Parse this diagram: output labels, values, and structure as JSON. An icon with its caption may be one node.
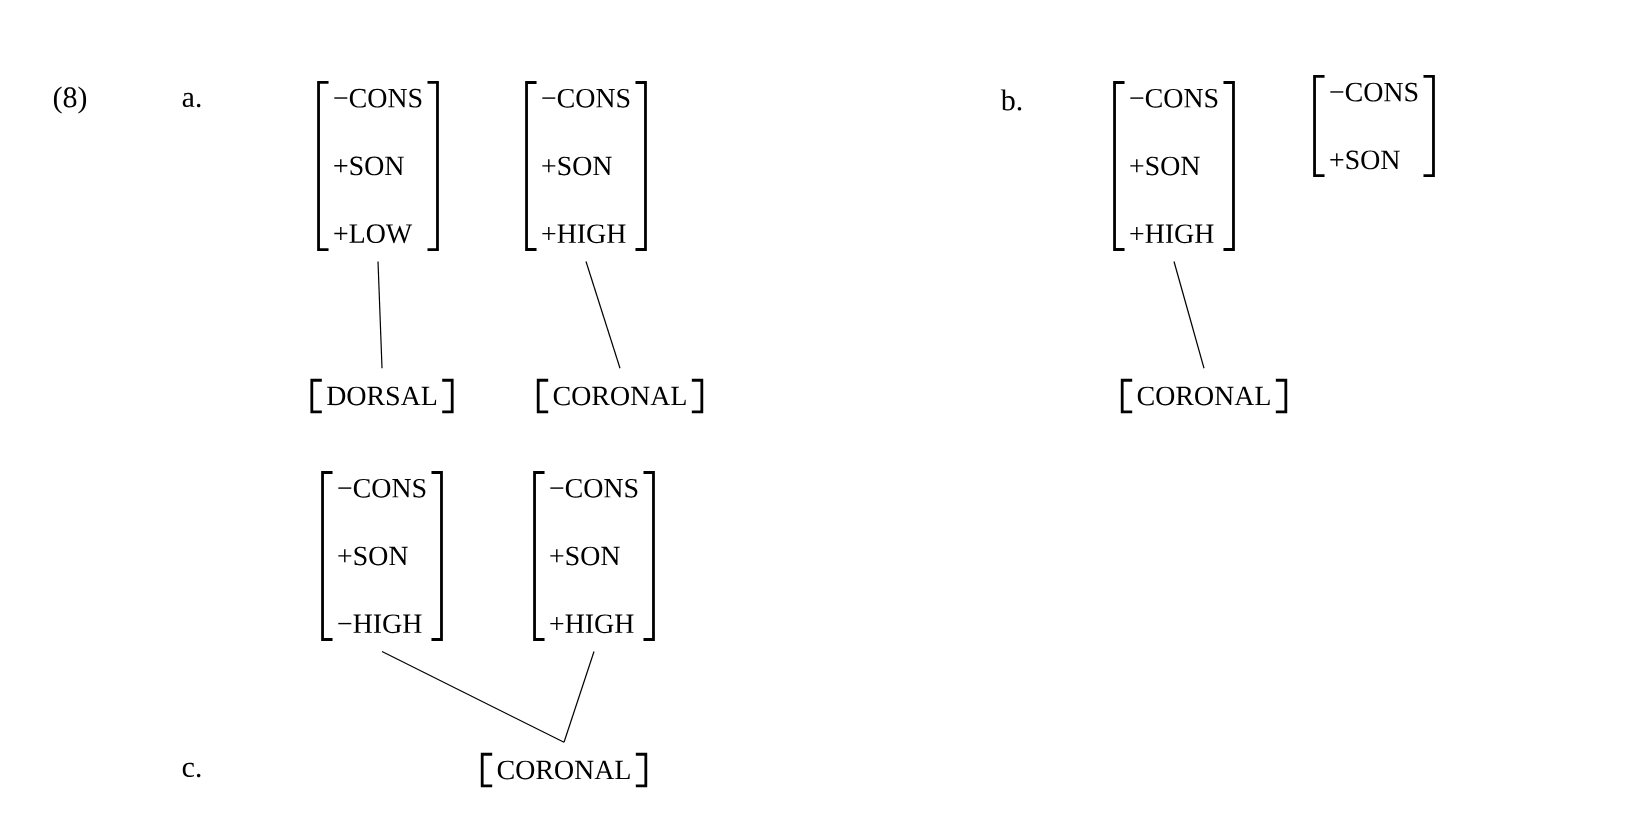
{
  "diagram": {
    "nodes": [
      {
        "text": [
          "−CONS",
          "+SON",
          "+LOW"
        ]
      },
      {
        "text": [
          "−CONS",
          "+SON",
          "+HIGH"
        ]
      },
      {
        "text": [
          "DORSAL"
        ]
      },
      {
        "text": [
          "CORONAL"
        ]
      },
      {
        "text": [
          "−CONS",
          "+SON",
          "+HIGH"
        ]
      },
      {
        "text": [
          "−CONS",
          "+SON"
        ]
      },
      {
        "text": [
          "CORONAL"
        ]
      },
      {
        "text": [
          "−CONS",
          "+SON",
          "−HIGH"
        ]
      },
      {
        "text": [
          "−CONS",
          "+SON",
          "+HIGH"
        ]
      },
      {
        "text": [
          "CORONAL"
        ]
      }
    ],
    "edges": [
      {
        "from": 0,
        "to": 2,
        "arrow": "none"
      },
      {
        "from": 1,
        "to": 3,
        "arrow": "none"
      },
      {
        "from": 4,
        "to": 6,
        "arrow": "none"
      },
      {
        "from": 7,
        "to": 9,
        "arrow": "none"
      },
      {
        "from": 8,
        "to": 9,
        "arrow": "none"
      }
    ],
    "labels": [
      "(8)",
      "a.",
      "b.",
      "c."
    ]
  }
}
